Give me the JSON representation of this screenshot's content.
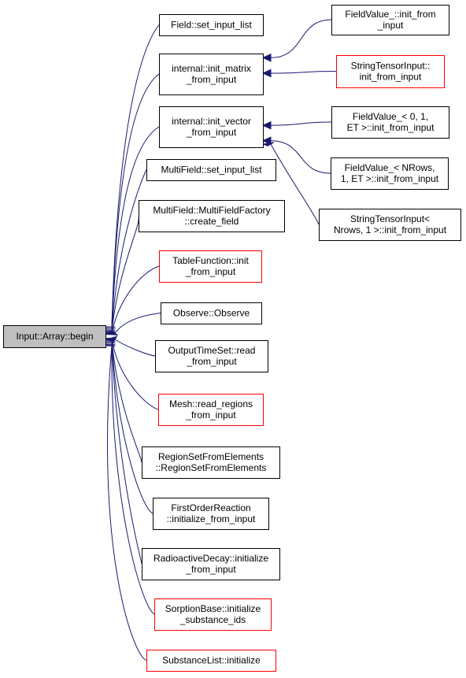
{
  "diagram": {
    "nodes": [
      {
        "id": "n0",
        "lines": [
          "Input::Array::begin"
        ],
        "style": "focus"
      },
      {
        "id": "n1",
        "lines": [
          "Field::set_input_list"
        ],
        "style": "normal"
      },
      {
        "id": "n2",
        "lines": [
          "internal::init_matrix",
          "_from_input"
        ],
        "style": "normal"
      },
      {
        "id": "n3",
        "lines": [
          "internal::init_vector",
          "_from_input"
        ],
        "style": "normal"
      },
      {
        "id": "n4",
        "lines": [
          "MultiField::set_input_list"
        ],
        "style": "normal"
      },
      {
        "id": "n5",
        "lines": [
          "MultiField::MultiFieldFactory",
          "::create_field"
        ],
        "style": "normal"
      },
      {
        "id": "n6",
        "lines": [
          "TableFunction::init",
          "_from_input"
        ],
        "style": "red"
      },
      {
        "id": "n7",
        "lines": [
          "Observe::Observe"
        ],
        "style": "normal"
      },
      {
        "id": "n8",
        "lines": [
          "OutputTimeSet::read",
          "_from_input"
        ],
        "style": "normal"
      },
      {
        "id": "n9",
        "lines": [
          "Mesh::read_regions",
          "_from_input"
        ],
        "style": "red"
      },
      {
        "id": "n10",
        "lines": [
          "RegionSetFromElements",
          "::RegionSetFromElements"
        ],
        "style": "normal"
      },
      {
        "id": "n11",
        "lines": [
          "FirstOrderReaction",
          "::initialize_from_input"
        ],
        "style": "normal"
      },
      {
        "id": "n12",
        "lines": [
          "RadioactiveDecay::initialize",
          "_from_input"
        ],
        "style": "normal"
      },
      {
        "id": "n13",
        "lines": [
          "SorptionBase::initialize",
          "_substance_ids"
        ],
        "style": "red"
      },
      {
        "id": "n14",
        "lines": [
          "SubstanceList::initialize"
        ],
        "style": "red"
      },
      {
        "id": "n15",
        "lines": [
          "FieldValue_::init_from",
          "_input"
        ],
        "style": "normal"
      },
      {
        "id": "n16",
        "lines": [
          "StringTensorInput::",
          "init_from_input"
        ],
        "style": "red"
      },
      {
        "id": "n17",
        "lines": [
          "FieldValue_< 0, 1,",
          "ET >::init_from_input"
        ],
        "style": "normal"
      },
      {
        "id": "n18",
        "lines": [
          "FieldValue_< NRows,",
          "1, ET >::init_from_input"
        ],
        "style": "normal"
      },
      {
        "id": "n19",
        "lines": [
          "StringTensorInput<",
          "Nrows, 1 >::init_from_input"
        ],
        "style": "normal"
      }
    ],
    "edges": [
      {
        "from": "n1",
        "to": "n0"
      },
      {
        "from": "n2",
        "to": "n0"
      },
      {
        "from": "n3",
        "to": "n0"
      },
      {
        "from": "n4",
        "to": "n0"
      },
      {
        "from": "n5",
        "to": "n0"
      },
      {
        "from": "n6",
        "to": "n0"
      },
      {
        "from": "n7",
        "to": "n0"
      },
      {
        "from": "n8",
        "to": "n0"
      },
      {
        "from": "n9",
        "to": "n0"
      },
      {
        "from": "n10",
        "to": "n0"
      },
      {
        "from": "n11",
        "to": "n0"
      },
      {
        "from": "n12",
        "to": "n0"
      },
      {
        "from": "n13",
        "to": "n0"
      },
      {
        "from": "n14",
        "to": "n0"
      },
      {
        "from": "n15",
        "to": "n2"
      },
      {
        "from": "n16",
        "to": "n2"
      },
      {
        "from": "n17",
        "to": "n3"
      },
      {
        "from": "n18",
        "to": "n3"
      },
      {
        "from": "n19",
        "to": "n3"
      }
    ]
  }
}
